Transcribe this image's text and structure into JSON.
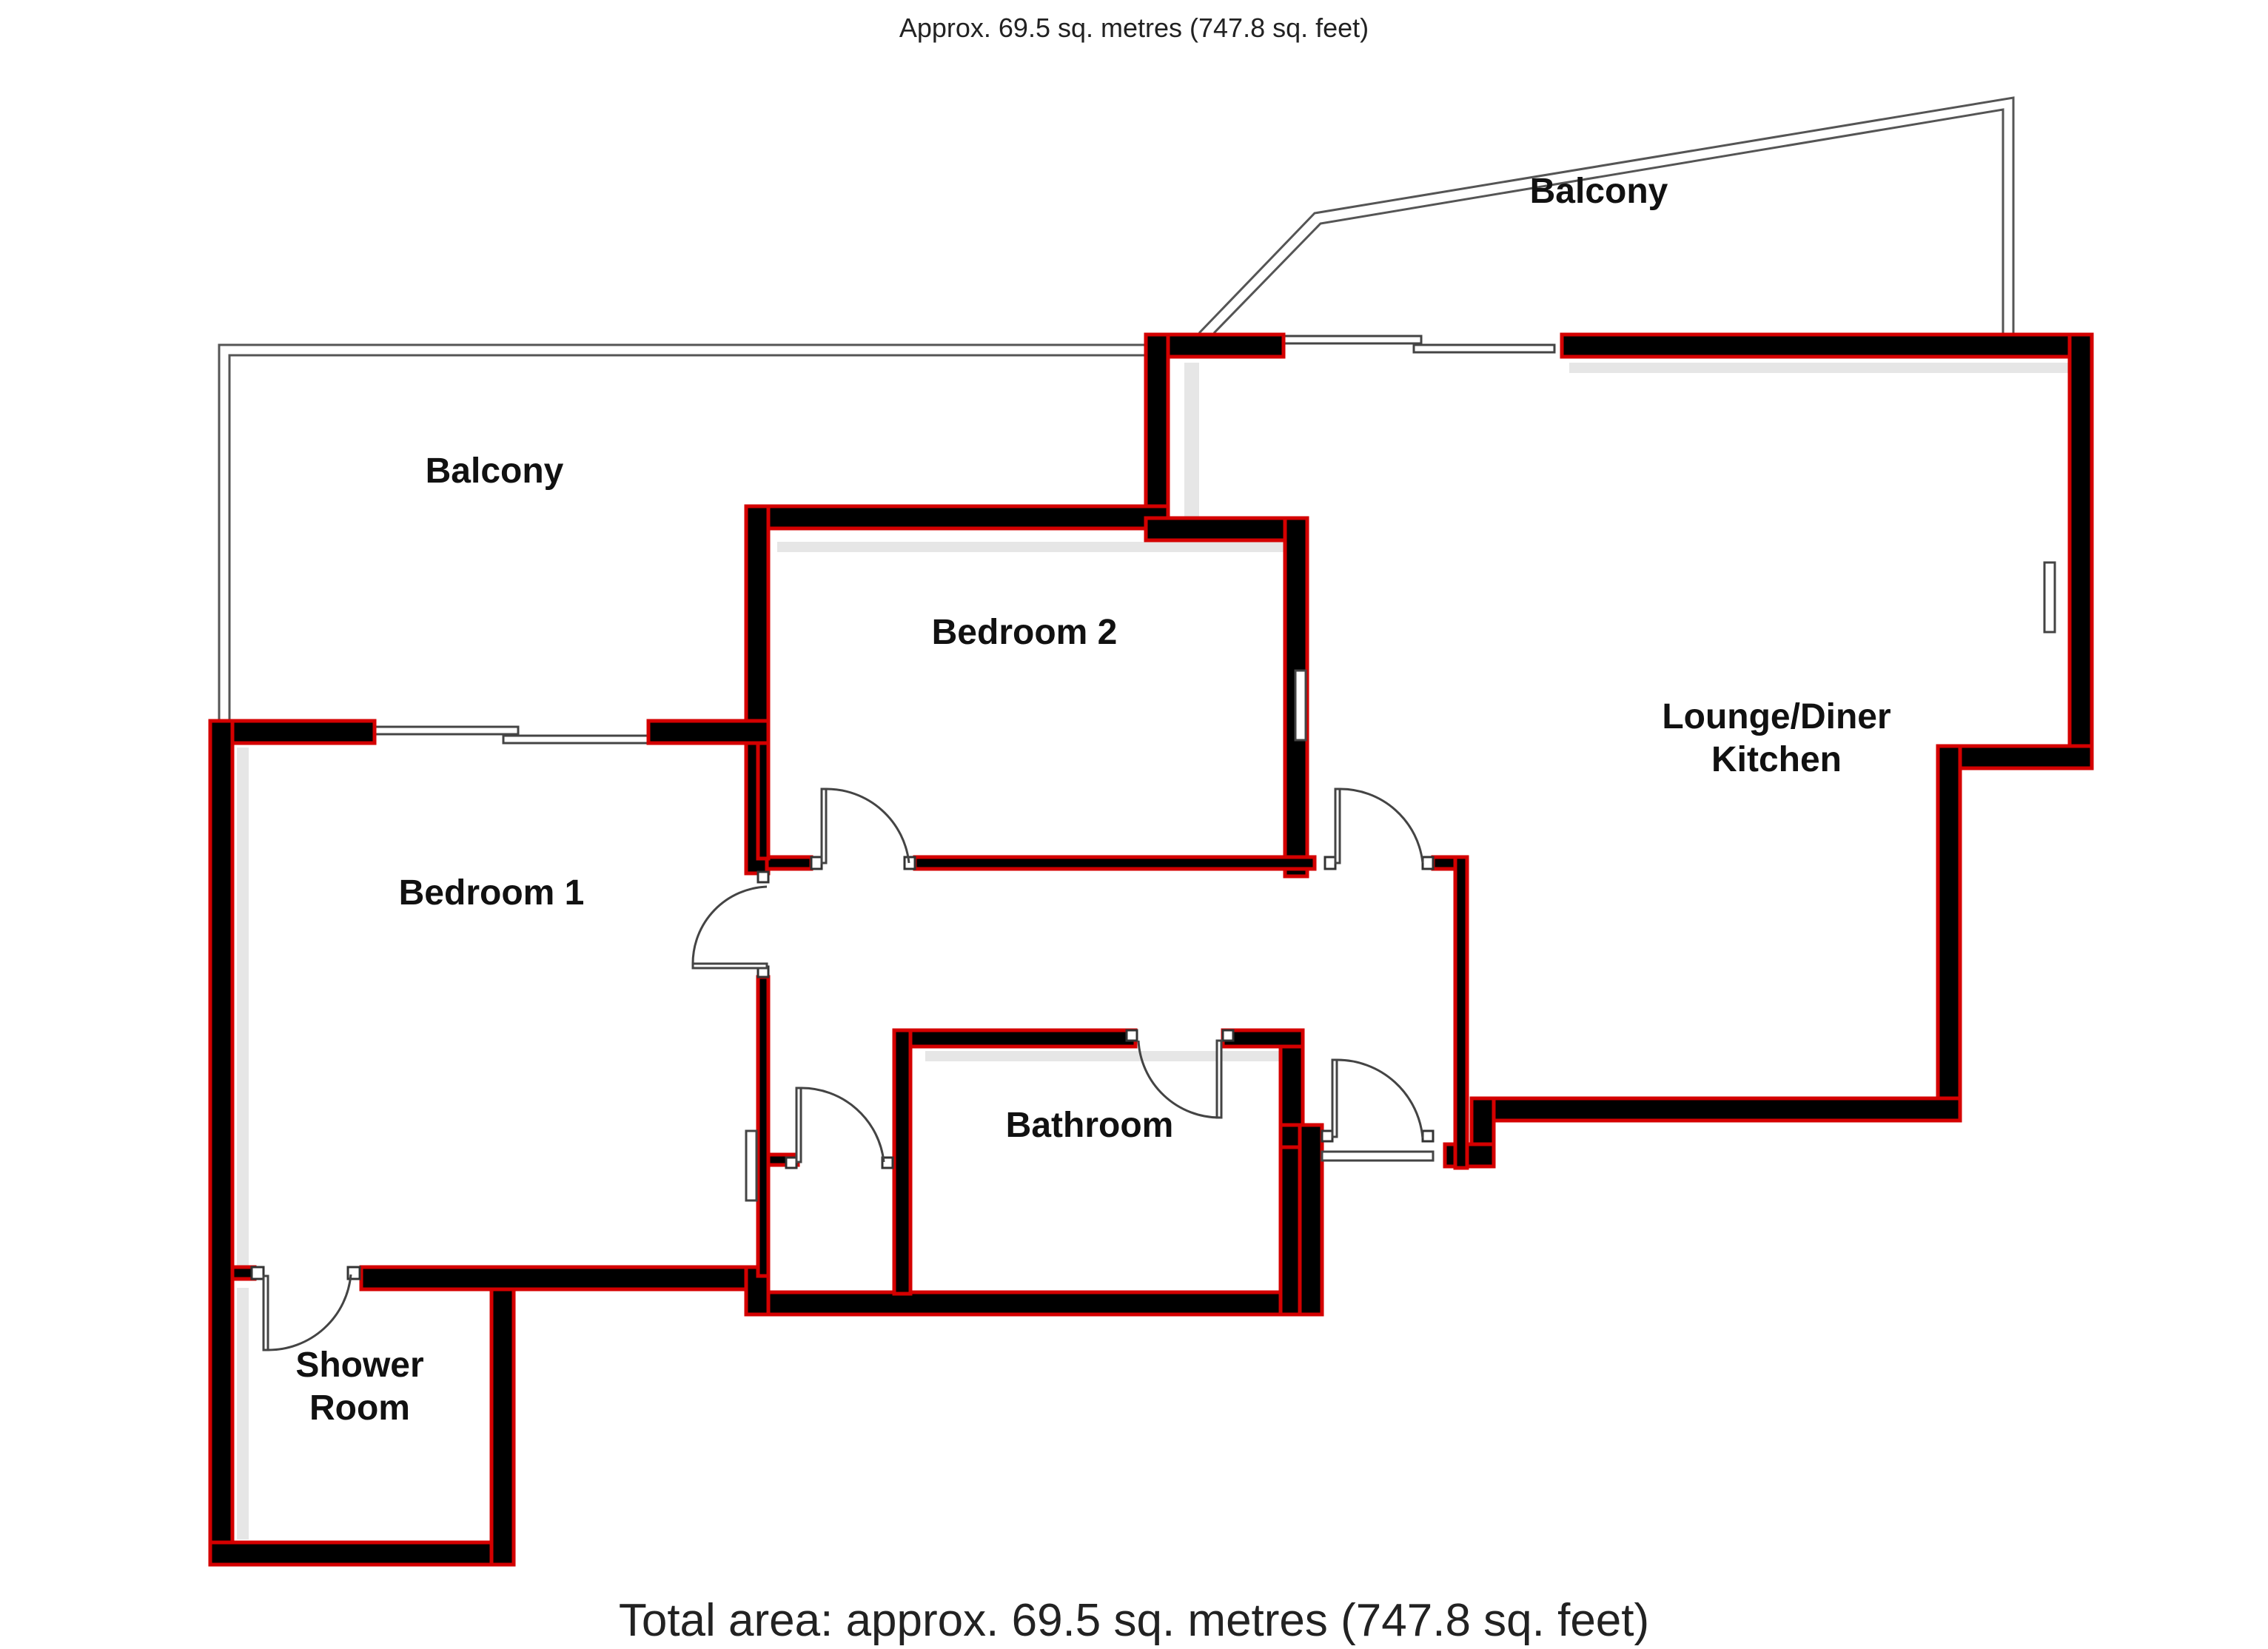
{
  "header": {
    "area_note": "Approx. 69.5 sq. metres (747.8 sq. feet)"
  },
  "footer": {
    "total_area": "Total area: approx. 69.5 sq. metres (747.8 sq. feet)"
  },
  "rooms": {
    "balcony_upper": "Balcony",
    "balcony_left": "Balcony",
    "bedroom_2": "Bedroom 2",
    "lounge_line1": "Lounge/Diner",
    "lounge_line2": "Kitchen",
    "bedroom_1": "Bedroom 1",
    "bathroom": "Bathroom",
    "shower_line1": "Shower",
    "shower_line2": "Room"
  },
  "colors": {
    "wall_fill": "#000000",
    "wall_edge": "#d40000",
    "background": "#ffffff"
  }
}
